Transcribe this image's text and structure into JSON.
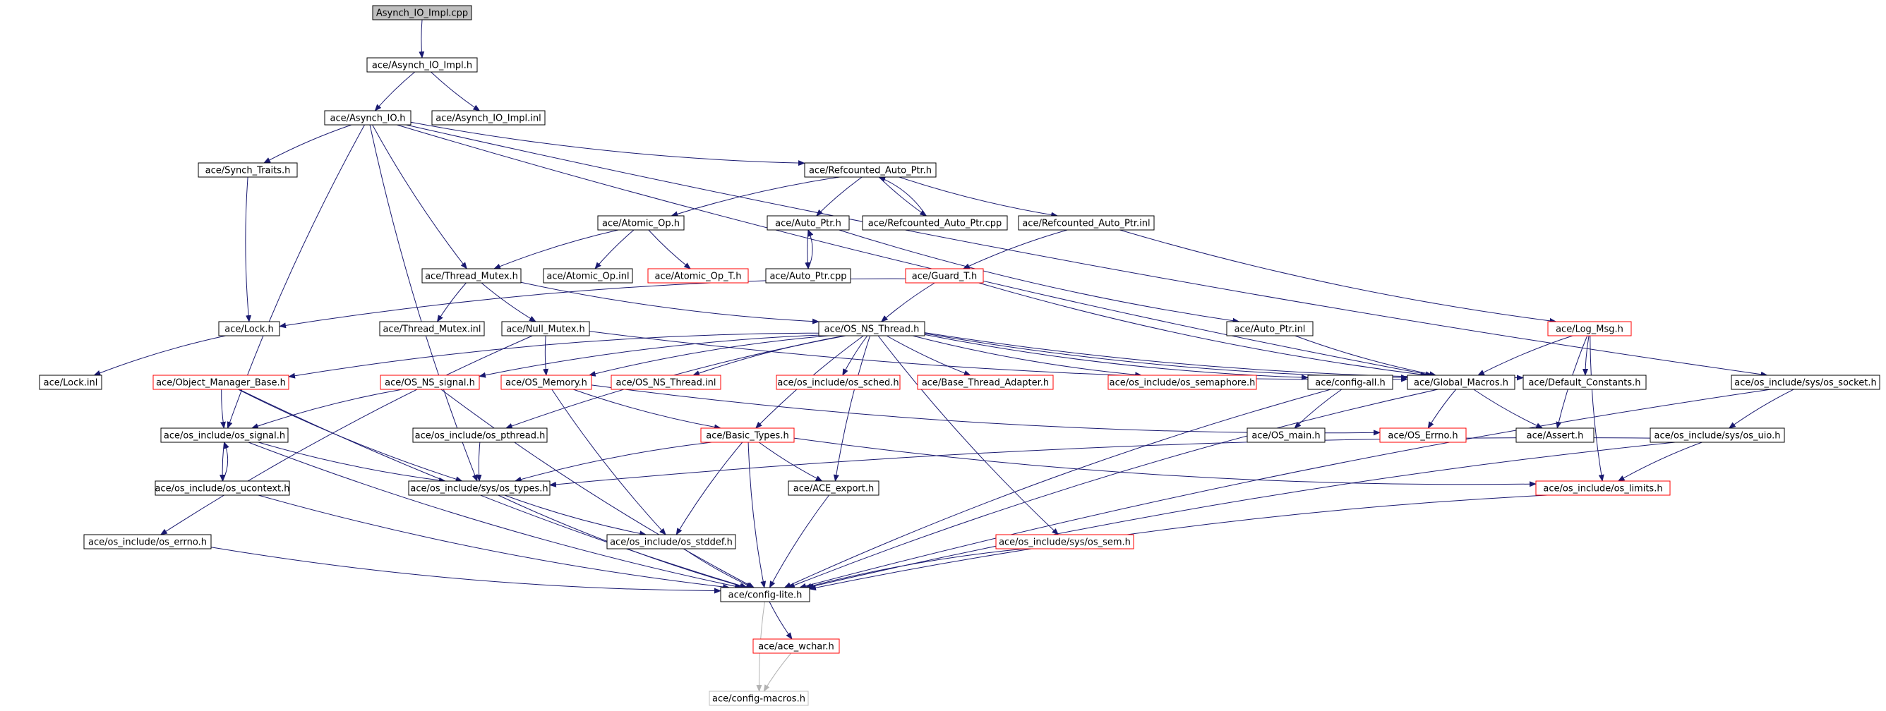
{
  "graph": {
    "colors": {
      "edge": "#191970",
      "edge_gray": "#b3b3b3",
      "root_fill": "#bfbfbf",
      "border_normal": "#000000",
      "border_red": "#ff0000",
      "border_gray": "#bfbfbf",
      "text": "#000000"
    },
    "nodes": [
      {
        "id": "asynch_impl_cpp",
        "label": "Asynch_IO_Impl.cpp",
        "style": "root"
      },
      {
        "id": "asynch_impl_h",
        "label": "ace/Asynch_IO_Impl.h",
        "style": "normal"
      },
      {
        "id": "asynch_io_h",
        "label": "ace/Asynch_IO.h",
        "style": "normal"
      },
      {
        "id": "asynch_impl_inl",
        "label": "ace/Asynch_IO_Impl.inl",
        "style": "normal"
      },
      {
        "id": "synch_traits",
        "label": "ace/Synch_Traits.h",
        "style": "normal"
      },
      {
        "id": "refcounted_h",
        "label": "ace/Refcounted_Auto_Ptr.h",
        "style": "normal"
      },
      {
        "id": "atomic_op_h",
        "label": "ace/Atomic_Op.h",
        "style": "normal"
      },
      {
        "id": "auto_ptr_h",
        "label": "ace/Auto_Ptr.h",
        "style": "normal"
      },
      {
        "id": "refcounted_cpp",
        "label": "ace/Refcounted_Auto_Ptr.cpp",
        "style": "normal"
      },
      {
        "id": "refcounted_inl",
        "label": "ace/Refcounted_Auto_Ptr.inl",
        "style": "normal"
      },
      {
        "id": "thread_mutex_h",
        "label": "ace/Thread_Mutex.h",
        "style": "normal"
      },
      {
        "id": "atomic_op_inl",
        "label": "ace/Atomic_Op.inl",
        "style": "normal"
      },
      {
        "id": "atomic_op_t",
        "label": "ace/Atomic_Op_T.h",
        "style": "red"
      },
      {
        "id": "auto_ptr_cpp",
        "label": "ace/Auto_Ptr.cpp",
        "style": "normal"
      },
      {
        "id": "guard_t",
        "label": "ace/Guard_T.h",
        "style": "red"
      },
      {
        "id": "lock_h",
        "label": "ace/Lock.h",
        "style": "normal"
      },
      {
        "id": "thread_mutex_inl",
        "label": "ace/Thread_Mutex.inl",
        "style": "normal"
      },
      {
        "id": "null_mutex",
        "label": "ace/Null_Mutex.h",
        "style": "normal"
      },
      {
        "id": "os_ns_thread_h",
        "label": "ace/OS_NS_Thread.h",
        "style": "normal"
      },
      {
        "id": "auto_ptr_inl",
        "label": "ace/Auto_Ptr.inl",
        "style": "normal"
      },
      {
        "id": "log_msg",
        "label": "ace/Log_Msg.h",
        "style": "red"
      },
      {
        "id": "lock_inl",
        "label": "ace/Lock.inl",
        "style": "normal"
      },
      {
        "id": "object_manager_base",
        "label": "ace/Object_Manager_Base.h",
        "style": "red"
      },
      {
        "id": "os_ns_signal",
        "label": "ace/OS_NS_signal.h",
        "style": "red"
      },
      {
        "id": "os_memory",
        "label": "ace/OS_Memory.h",
        "style": "red"
      },
      {
        "id": "os_ns_thread_inl",
        "label": "ace/OS_NS_Thread.inl",
        "style": "red"
      },
      {
        "id": "os_sched",
        "label": "ace/os_include/os_sched.h",
        "style": "red"
      },
      {
        "id": "base_thread_adapter",
        "label": "ace/Base_Thread_Adapter.h",
        "style": "red"
      },
      {
        "id": "os_semaphore",
        "label": "ace/os_include/os_semaphore.h",
        "style": "red"
      },
      {
        "id": "config_all",
        "label": "ace/config-all.h",
        "style": "normal"
      },
      {
        "id": "global_macros",
        "label": "ace/Global_Macros.h",
        "style": "normal"
      },
      {
        "id": "default_constants",
        "label": "ace/Default_Constants.h",
        "style": "normal"
      },
      {
        "id": "sys_os_socket",
        "label": "ace/os_include/sys/os_socket.h",
        "style": "normal"
      },
      {
        "id": "os_signal",
        "label": "ace/os_include/os_signal.h",
        "style": "normal"
      },
      {
        "id": "os_pthread",
        "label": "ace/os_include/os_pthread.h",
        "style": "normal"
      },
      {
        "id": "basic_types",
        "label": "ace/Basic_Types.h",
        "style": "red"
      },
      {
        "id": "os_main",
        "label": "ace/OS_main.h",
        "style": "normal"
      },
      {
        "id": "os_errno_h",
        "label": "ace/OS_Errno.h",
        "style": "red"
      },
      {
        "id": "assert_h",
        "label": "ace/Assert.h",
        "style": "normal"
      },
      {
        "id": "sys_os_uio",
        "label": "ace/os_include/sys/os_uio.h",
        "style": "normal"
      },
      {
        "id": "os_ucontext",
        "label": "ace/os_include/os_ucontext.h",
        "style": "normal"
      },
      {
        "id": "sys_os_types",
        "label": "ace/os_include/sys/os_types.h",
        "style": "normal"
      },
      {
        "id": "ace_export",
        "label": "ace/ACE_export.h",
        "style": "normal"
      },
      {
        "id": "os_limits",
        "label": "ace/os_include/os_limits.h",
        "style": "red"
      },
      {
        "id": "os_include_errno",
        "label": "ace/os_include/os_errno.h",
        "style": "normal"
      },
      {
        "id": "os_stddef",
        "label": "ace/os_include/os_stddef.h",
        "style": "normal"
      },
      {
        "id": "sys_os_sem",
        "label": "ace/os_include/sys/os_sem.h",
        "style": "red"
      },
      {
        "id": "config_lite",
        "label": "ace/config-lite.h",
        "style": "normal"
      },
      {
        "id": "ace_wchar",
        "label": "ace/ace_wchar.h",
        "style": "red"
      },
      {
        "id": "config_macros",
        "label": "ace/config-macros.h",
        "style": "gray"
      }
    ]
  }
}
